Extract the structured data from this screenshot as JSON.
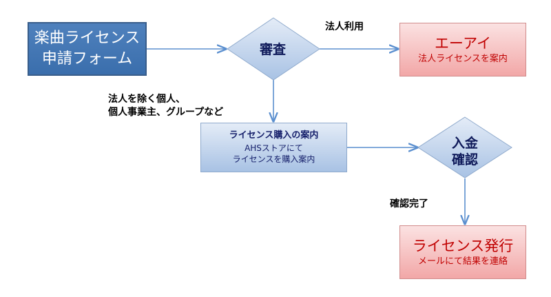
{
  "nodes": {
    "form": {
      "line1": "楽曲ライセンス",
      "line2": "申請フォーム"
    },
    "review": {
      "label": "審査"
    },
    "ai": {
      "title": "エーアイ",
      "subtitle": "法人ライセンスを案内"
    },
    "purchase": {
      "heading": "ライセンス購入の案内",
      "line1": "AHSストアにて",
      "line2": "ライセンスを購入案内"
    },
    "deposit": {
      "line1": "入金",
      "line2": "確認"
    },
    "issue": {
      "title": "ライセンス発行",
      "subtitle": "メールにて結果を連絡"
    }
  },
  "edges": {
    "corporate": "法人利用",
    "individual_line1": "法人を除く個人、",
    "individual_line2": "個人事業主、グループなど",
    "confirmed": "確認完了"
  },
  "colors": {
    "form_fill": "#4f81bd",
    "diamond_fill": "#a8c2e4",
    "red_box_fill": "#f2a7a7",
    "red_text": "#c00000",
    "arrow": "#5b8fcf"
  }
}
